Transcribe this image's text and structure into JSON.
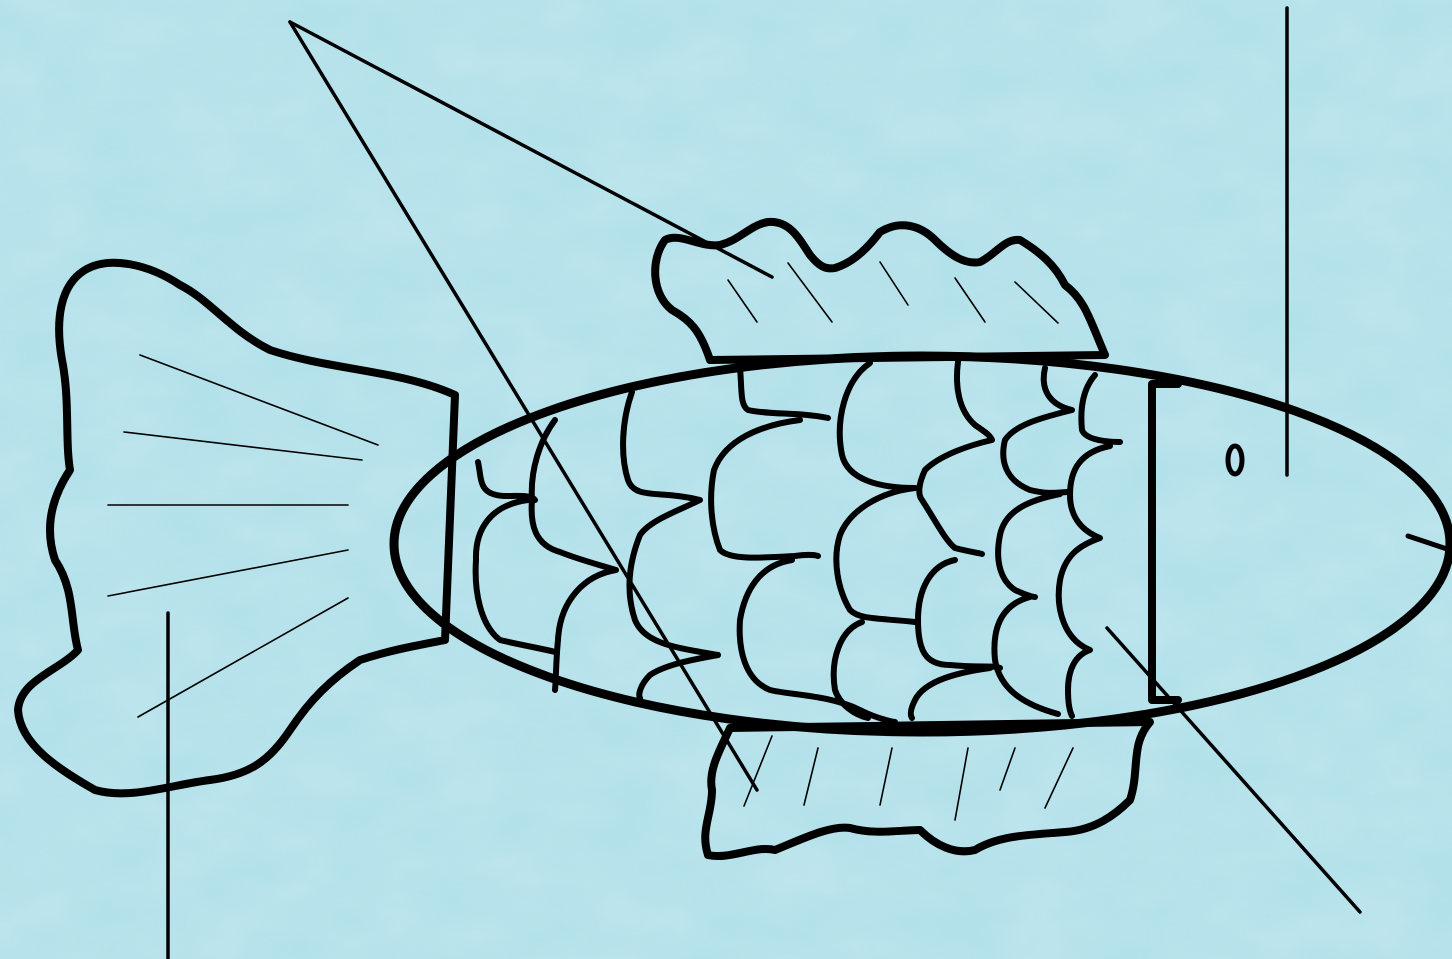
{
  "diagram": {
    "subject": "fish",
    "colors": {
      "water_light": "#c4ecf2",
      "water_mid": "#a9dbe6",
      "water_dark": "#8ccad8",
      "fish_fill": "#b9e0e5",
      "outline": "#000000"
    },
    "parts": [
      "tail-fin",
      "dorsal-fin",
      "ventral-fin",
      "body",
      "scales",
      "head",
      "eye",
      "mouth"
    ],
    "label_lines": [
      "tail-fin-pointer",
      "fins-pointer-a",
      "fins-pointer-b",
      "eye-pointer",
      "gill-cover-pointer"
    ]
  }
}
